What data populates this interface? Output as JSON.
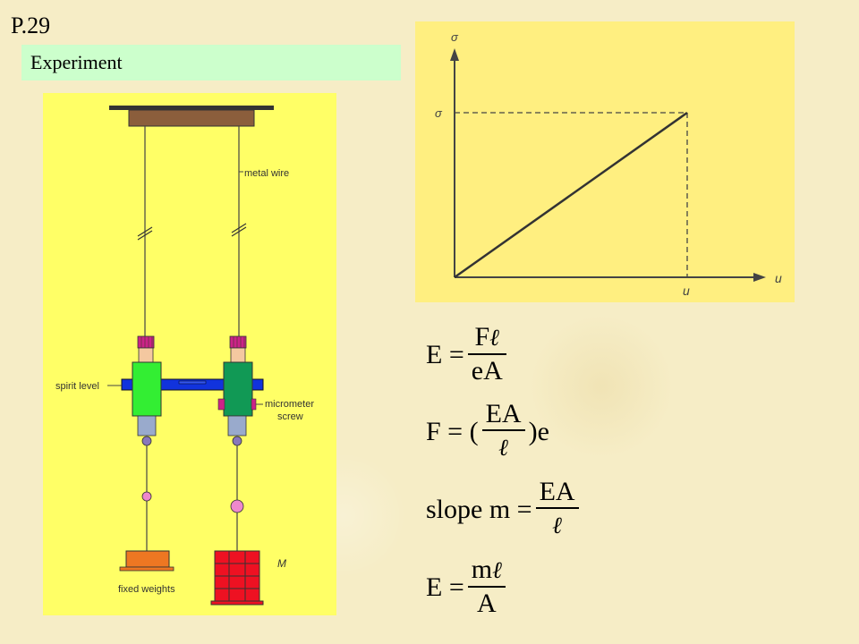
{
  "slide": {
    "number": "P.29",
    "section": "Experiment"
  },
  "apparatus": {
    "labels": {
      "metal_wire": "metal wire",
      "spirit_level": "spirit level",
      "micrometer_line1": "micrometer",
      "micrometer_line2": "screw",
      "mass": "M",
      "fixed_weights": "fixed weights"
    }
  },
  "graph": {
    "y_axis_label": "σ",
    "x_axis_label": "u",
    "point_y_label": "σ",
    "point_x_label": "u"
  },
  "formulas": [
    {
      "lhs": "E =",
      "num": "F",
      "num_ell": "ℓ",
      "den": "eA",
      "den_ell": "",
      "tail": ""
    },
    {
      "lhs": "F = (",
      "num": "EA",
      "num_ell": "",
      "den": "",
      "den_ell": "ℓ",
      "tail": ")e"
    },
    {
      "lhs": "slope m =",
      "num": "EA",
      "num_ell": "",
      "den": "",
      "den_ell": "ℓ",
      "tail": ""
    },
    {
      "lhs": "E =",
      "num": "m",
      "num_ell": "ℓ",
      "den": "A",
      "den_ell": "",
      "tail": ""
    }
  ],
  "colors": {
    "apparatus_bg": "#ffff66",
    "graph_bg": "#ffef80",
    "section_bg": "#ccffcc",
    "clamp_left": "#33ee33",
    "clamp_right": "#119955",
    "spirit_level": "#1133dd",
    "fixed_weight": "#ee7722",
    "mass_weight": "#ee1122",
    "ceiling": "#8b5e3c"
  }
}
